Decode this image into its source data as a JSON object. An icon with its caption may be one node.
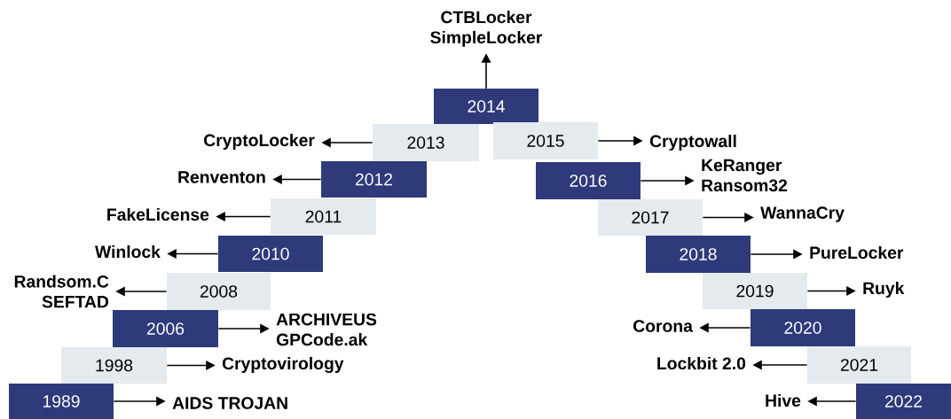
{
  "diagram": {
    "nodes": [
      {
        "text": [
          "1989"
        ]
      },
      {
        "text": [
          "1998"
        ]
      },
      {
        "text": [
          "2006"
        ]
      },
      {
        "text": [
          "2008"
        ]
      },
      {
        "text": [
          "2010"
        ]
      },
      {
        "text": [
          "2011"
        ]
      },
      {
        "text": [
          "2012"
        ]
      },
      {
        "text": [
          "2013"
        ]
      },
      {
        "text": [
          "2014"
        ]
      },
      {
        "text": [
          "2015"
        ]
      },
      {
        "text": [
          "2016"
        ]
      },
      {
        "text": [
          "2017"
        ]
      },
      {
        "text": [
          "2018"
        ]
      },
      {
        "text": [
          "2019"
        ]
      },
      {
        "text": [
          "2020"
        ]
      },
      {
        "text": [
          "2021"
        ]
      },
      {
        "text": [
          "2022"
        ]
      },
      {
        "text": [
          "AIDS TROJAN"
        ]
      },
      {
        "text": [
          "Cryptovirology"
        ]
      },
      {
        "text": [
          "ARCHIVEUS",
          "GPCode.ak"
        ]
      },
      {
        "text": [
          "Randsom.C",
          "SEFTAD"
        ]
      },
      {
        "text": [
          "Winlock"
        ]
      },
      {
        "text": [
          "FakeLicense"
        ]
      },
      {
        "text": [
          "Renventon"
        ]
      },
      {
        "text": [
          "CryptoLocker"
        ]
      },
      {
        "text": [
          "CTBLocker",
          "SimpleLocker"
        ]
      },
      {
        "text": [
          "Cryptowall"
        ]
      },
      {
        "text": [
          "KeRanger",
          "Ransom32"
        ]
      },
      {
        "text": [
          "WannaCry"
        ]
      },
      {
        "text": [
          "PureLocker"
        ]
      },
      {
        "text": [
          "Ruyk"
        ]
      },
      {
        "text": [
          "Corona"
        ]
      },
      {
        "text": [
          "Lockbit 2.0"
        ]
      },
      {
        "text": [
          "Hive"
        ]
      }
    ],
    "edges": [
      {
        "from": 0,
        "to": 17,
        "arrow": "to"
      },
      {
        "from": 1,
        "to": 18,
        "arrow": "to"
      },
      {
        "from": 2,
        "to": 19,
        "arrow": "to"
      },
      {
        "from": 3,
        "to": 20,
        "arrow": "to"
      },
      {
        "from": 4,
        "to": 21,
        "arrow": "to"
      },
      {
        "from": 5,
        "to": 22,
        "arrow": "to"
      },
      {
        "from": 6,
        "to": 23,
        "arrow": "to"
      },
      {
        "from": 7,
        "to": 24,
        "arrow": "to"
      },
      {
        "from": 8,
        "to": 25,
        "arrow": "to"
      },
      {
        "from": 9,
        "to": 26,
        "arrow": "to"
      },
      {
        "from": 10,
        "to": 27,
        "arrow": "to"
      },
      {
        "from": 11,
        "to": 28,
        "arrow": "to"
      },
      {
        "from": 12,
        "to": 29,
        "arrow": "to"
      },
      {
        "from": 13,
        "to": 30,
        "arrow": "to"
      },
      {
        "from": 14,
        "to": 31,
        "arrow": "to"
      },
      {
        "from": 15,
        "to": 32,
        "arrow": "to"
      },
      {
        "from": 16,
        "to": 33,
        "arrow": "to"
      }
    ]
  }
}
